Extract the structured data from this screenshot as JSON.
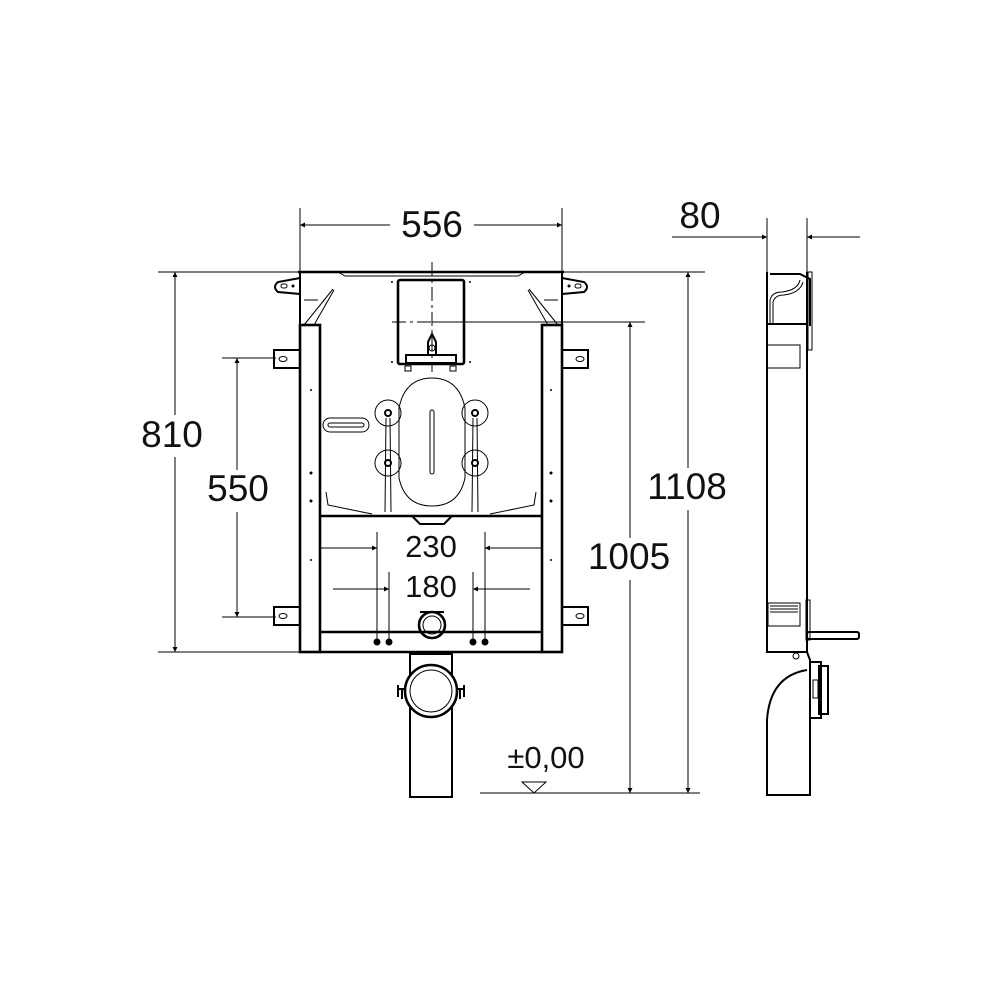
{
  "drawing": {
    "front_view": {
      "width_label": "556",
      "height_label": "810",
      "bracket_spacing_label": "550",
      "inlet_spacing_label": "230",
      "bolt_spacing_label": "180",
      "total_height_label": "1108",
      "outlet_height_label": "1005",
      "floor_level_label": "±0,00"
    },
    "side_view": {
      "depth_label": "80"
    }
  }
}
